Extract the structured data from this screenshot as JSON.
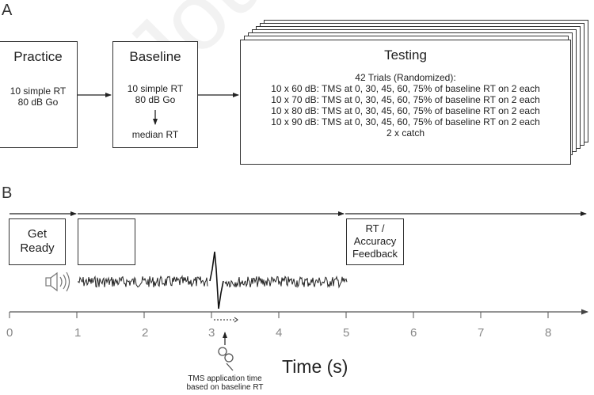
{
  "panel_a": {
    "letter": "A",
    "practice": {
      "title": "Practice",
      "lines": [
        "10 simple RT",
        "80 dB Go"
      ]
    },
    "baseline": {
      "title": "Baseline",
      "lines": [
        "10 simple RT",
        "80 dB Go"
      ],
      "result": "median RT"
    },
    "testing": {
      "title": "Testing",
      "lines": [
        "42 Trials (Randomized):",
        "10 x 60 dB: TMS at 0, 30, 45, 60, 75% of baseline RT on 2 each",
        "10 x 70 dB: TMS at 0, 30, 45, 60, 75% of baseline RT on 2 each",
        "10 x 80 dB: TMS at 0, 30, 45, 60, 75% of baseline RT on 2 each",
        "10 x 90 dB: TMS at 0, 30, 45, 60, 75% of baseline RT on 2 each",
        "2 x catch"
      ]
    }
  },
  "panel_b": {
    "letter": "B",
    "get_ready": [
      "Get",
      "Ready"
    ],
    "feedback": [
      "RT /",
      "Accuracy",
      "Feedback"
    ],
    "ticks": [
      "0",
      "1",
      "2",
      "3",
      "4",
      "5",
      "6",
      "7",
      "8"
    ],
    "axis_label": "Time (s)",
    "tms_note": [
      "TMS application time",
      "based on baseline RT"
    ]
  },
  "watermark": "Journal Pre"
}
